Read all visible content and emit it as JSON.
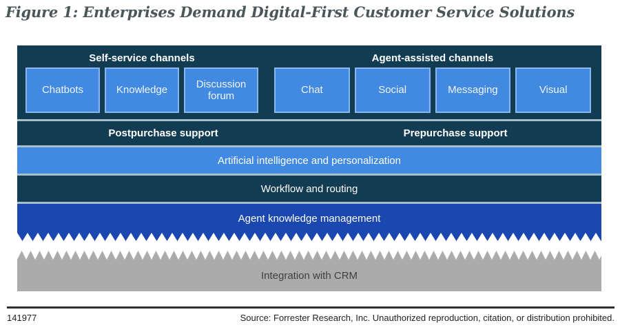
{
  "title": "Figure 1: Enterprises Demand Digital-First Customer Service Solutions",
  "diagram": {
    "self_service": {
      "header": "Self-service channels",
      "items": [
        "Chatbots",
        "Knowledge",
        "Discussion forum"
      ]
    },
    "agent_assisted": {
      "header": "Agent-assisted channels",
      "items": [
        "Chat",
        "Social",
        "Messaging",
        "Visual"
      ]
    },
    "support": {
      "post": "Postpurchase support",
      "pre": "Prepurchase support"
    },
    "layers": {
      "ai": "Artificial intelligence and personalization",
      "workflow": "Workflow and routing",
      "agent_knowledge": "Agent knowledge management",
      "crm": "Integration with CRM"
    }
  },
  "footer": {
    "figure_number": "141977",
    "source": "Source: Forrester Research, Inc. Unauthorized reproduction, citation, or distribution prohibited."
  },
  "colors": {
    "navy": "#113c52",
    "cornflower_blue": "#4289e2",
    "royal_blue": "#1a47b0",
    "gray": "#ababab",
    "separator": "#a6bfca",
    "title_text": "#4b565b"
  }
}
